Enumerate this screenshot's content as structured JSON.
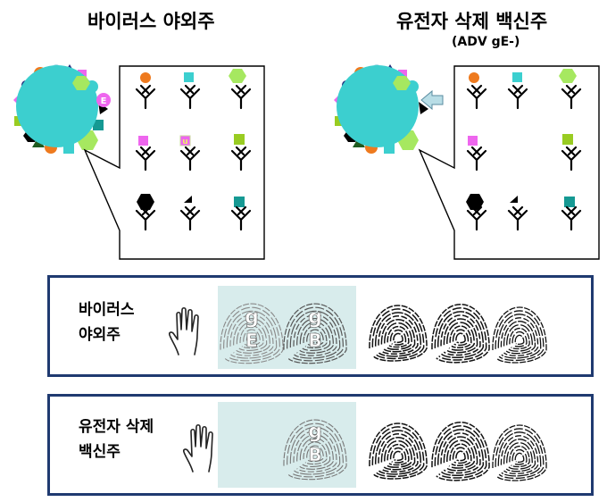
{
  "top": {
    "left_title": "바이러스 야외주",
    "right_title": "유전자 삭제 백신주",
    "right_subtitle": "(ADV gE-)"
  },
  "virus_glyph_letters": {
    "pink_circle": "E",
    "small_square": "u"
  },
  "panels": {
    "field": {
      "line1": "바이러스",
      "line2": "야외주",
      "print1_letters": [
        "g",
        "E"
      ],
      "print2_letters": [
        "g",
        "B"
      ]
    },
    "vaccine": {
      "line1": "유전자 삭제",
      "line2": "백신주",
      "print_letters": [
        "g",
        "B"
      ]
    }
  },
  "colors": {
    "virus": "#3ccfcf",
    "panel_border": "#1f3a70",
    "highlight": "#d8ecec",
    "orange": "#ee7a1e",
    "cyan": "#3ccfcf",
    "green": "#a6e860",
    "magenta": "#ee66ee",
    "olive": "#99cc22",
    "teal": "#159993",
    "navy": "#1f2a7a",
    "lightblue": "#a8d8e6"
  }
}
